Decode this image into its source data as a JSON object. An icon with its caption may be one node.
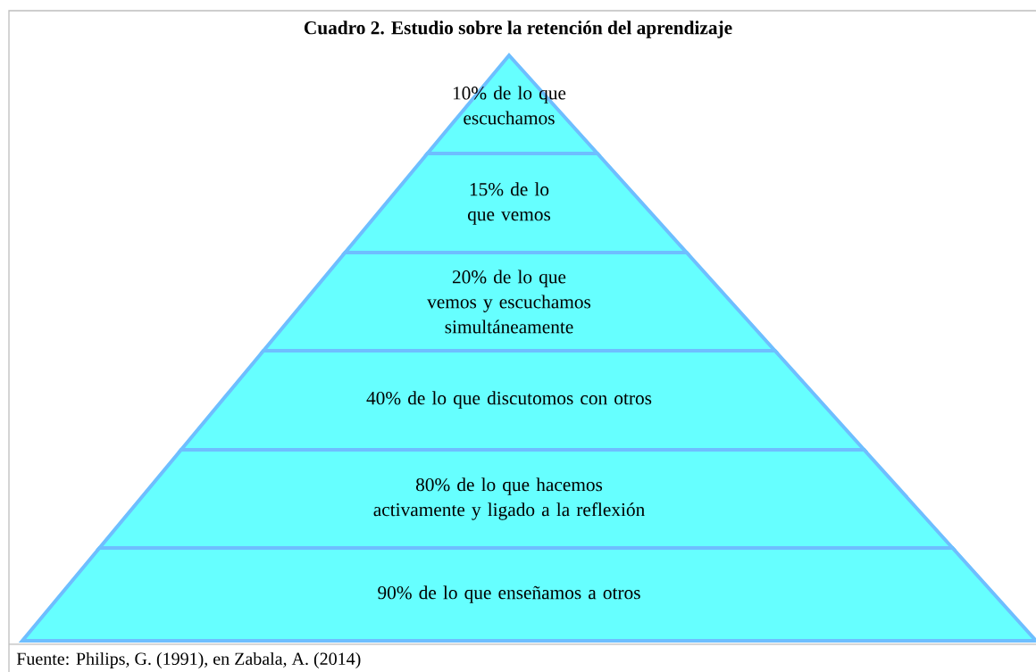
{
  "diagram": {
    "title": "Cuadro 2. Estudio sobre la retención del aprendizaje",
    "caption": "Fuente: Philips, G. (1991), en Zabala, A. (2014)",
    "nodes": [
      {
        "text": [
          "10% de lo que escuchamos"
        ]
      },
      {
        "text": [
          "15% de lo que vemos"
        ]
      },
      {
        "text": [
          "20% de lo que vemos y escuchamos simultáneamente"
        ]
      },
      {
        "text": [
          "40% de lo que discutomos con otros"
        ]
      },
      {
        "text": [
          "80% de lo que hacemos activamente y ligado a la reflexión"
        ]
      },
      {
        "text": [
          "90% de lo que enseñamos a otros"
        ]
      }
    ]
  }
}
